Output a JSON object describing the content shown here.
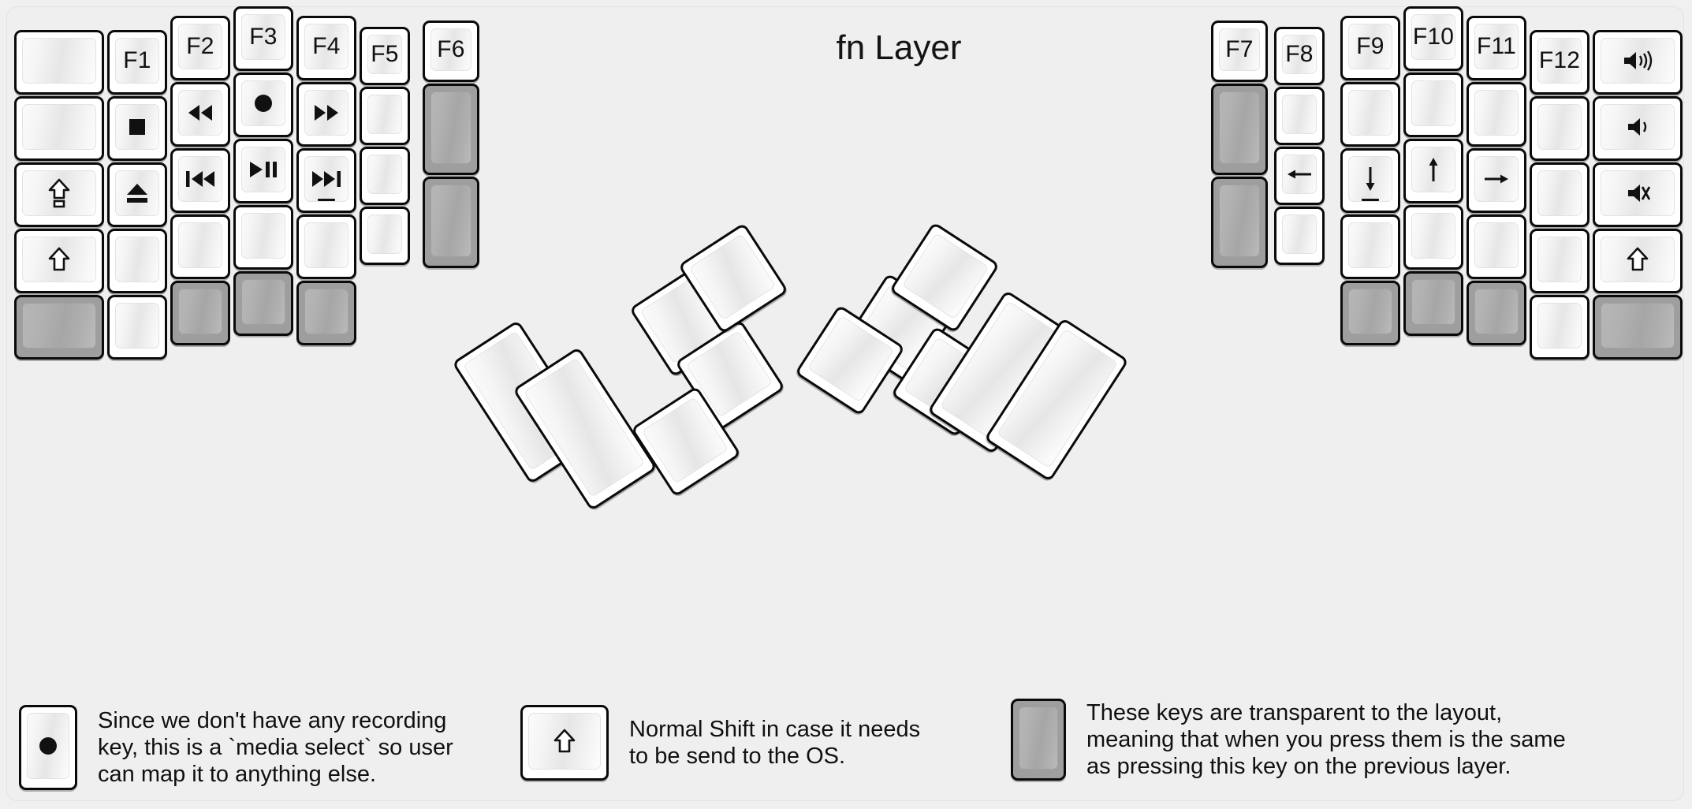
{
  "title": "fn Layer",
  "colors": {
    "background": "#efefef",
    "key_face": "#ffffff",
    "key_outline": "#0a0a0a",
    "transparent_key": "#9e9e9e"
  },
  "left_half": {
    "columns": [
      {
        "name": "pinky-outer",
        "keys": [
          {
            "label": "",
            "icon": "",
            "type": "normal",
            "size": "wide"
          },
          {
            "label": "",
            "icon": "",
            "type": "normal",
            "size": "wide"
          },
          {
            "label": "",
            "icon": "caps-lock-icon",
            "type": "normal",
            "size": "wide"
          },
          {
            "label": "",
            "icon": "shift-icon",
            "type": "normal",
            "size": "wide"
          },
          {
            "label": "",
            "icon": "",
            "type": "transparent",
            "size": "normal"
          }
        ]
      },
      {
        "name": "pinky",
        "keys": [
          {
            "label": "F1",
            "icon": "",
            "type": "normal"
          },
          {
            "label": "",
            "icon": "media-stop-icon",
            "type": "normal"
          },
          {
            "label": "",
            "icon": "media-eject-icon",
            "type": "normal"
          },
          {
            "label": "",
            "icon": "",
            "type": "normal"
          },
          {
            "label": "",
            "icon": "",
            "type": "normal"
          }
        ]
      },
      {
        "name": "ring",
        "keys": [
          {
            "label": "F2",
            "icon": "",
            "type": "normal"
          },
          {
            "label": "",
            "icon": "media-rewind-icon",
            "type": "normal"
          },
          {
            "label": "",
            "icon": "media-prev-track-icon",
            "type": "normal"
          },
          {
            "label": "",
            "icon": "",
            "type": "normal"
          },
          {
            "label": "",
            "icon": "",
            "type": "transparent"
          }
        ]
      },
      {
        "name": "middle",
        "keys": [
          {
            "label": "F3",
            "icon": "",
            "type": "normal"
          },
          {
            "label": "",
            "icon": "media-record-icon",
            "type": "normal"
          },
          {
            "label": "",
            "icon": "media-play-pause-icon",
            "type": "normal"
          },
          {
            "label": "",
            "icon": "",
            "type": "normal"
          },
          {
            "label": "",
            "icon": "",
            "type": "transparent"
          }
        ]
      },
      {
        "name": "index",
        "keys": [
          {
            "label": "F4",
            "icon": "",
            "type": "normal"
          },
          {
            "label": "",
            "icon": "media-fast-forward-icon",
            "type": "normal"
          },
          {
            "label": "",
            "icon": "media-next-track-icon",
            "type": "normal",
            "underbar": true
          },
          {
            "label": "",
            "icon": "",
            "type": "normal"
          },
          {
            "label": "",
            "icon": "",
            "type": "transparent"
          }
        ]
      },
      {
        "name": "index-inner",
        "keys": [
          {
            "label": "F5",
            "icon": "",
            "type": "normal"
          },
          {
            "label": "",
            "icon": "",
            "type": "normal"
          },
          {
            "label": "",
            "icon": "",
            "type": "normal"
          },
          {
            "label": "",
            "icon": "",
            "type": "normal"
          }
        ]
      },
      {
        "name": "inner-extra",
        "keys": [
          {
            "label": "F6",
            "icon": "",
            "type": "normal"
          },
          {
            "label": "",
            "icon": "",
            "type": "transparent",
            "size": "tall"
          },
          {
            "label": "",
            "icon": "",
            "type": "transparent",
            "size": "tall"
          }
        ]
      }
    ],
    "thumb_cluster": [
      {
        "label": "",
        "icon": "",
        "type": "normal",
        "size": "thumb-long"
      },
      {
        "label": "",
        "icon": "",
        "type": "normal",
        "size": "thumb-long"
      },
      {
        "label": "",
        "icon": "",
        "type": "normal",
        "size": "thumb"
      },
      {
        "label": "",
        "icon": "",
        "type": "normal",
        "size": "thumb"
      },
      {
        "label": "",
        "icon": "",
        "type": "normal",
        "size": "thumb"
      },
      {
        "label": "",
        "icon": "",
        "type": "normal",
        "size": "thumb"
      }
    ]
  },
  "right_half": {
    "columns": [
      {
        "name": "inner-extra",
        "keys": [
          {
            "label": "F7",
            "icon": "",
            "type": "normal"
          },
          {
            "label": "",
            "icon": "",
            "type": "transparent",
            "size": "tall"
          },
          {
            "label": "",
            "icon": "",
            "type": "transparent",
            "size": "tall"
          }
        ]
      },
      {
        "name": "index-inner",
        "keys": [
          {
            "label": "F8",
            "icon": "",
            "type": "normal"
          },
          {
            "label": "",
            "icon": "",
            "type": "normal"
          },
          {
            "label": "",
            "icon": "arrow-left-icon",
            "type": "normal"
          },
          {
            "label": "",
            "icon": "",
            "type": "normal"
          }
        ]
      },
      {
        "name": "index",
        "keys": [
          {
            "label": "F9",
            "icon": "",
            "type": "normal"
          },
          {
            "label": "",
            "icon": "",
            "type": "normal"
          },
          {
            "label": "",
            "icon": "arrow-down-icon",
            "type": "normal",
            "underbar": true
          },
          {
            "label": "",
            "icon": "",
            "type": "normal"
          },
          {
            "label": "",
            "icon": "",
            "type": "transparent"
          }
        ]
      },
      {
        "name": "middle",
        "keys": [
          {
            "label": "F10",
            "icon": "",
            "type": "normal"
          },
          {
            "label": "",
            "icon": "",
            "type": "normal"
          },
          {
            "label": "",
            "icon": "arrow-up-icon",
            "type": "normal"
          },
          {
            "label": "",
            "icon": "",
            "type": "normal"
          },
          {
            "label": "",
            "icon": "",
            "type": "transparent"
          }
        ]
      },
      {
        "name": "ring",
        "keys": [
          {
            "label": "F11",
            "icon": "",
            "type": "normal"
          },
          {
            "label": "",
            "icon": "",
            "type": "normal"
          },
          {
            "label": "",
            "icon": "arrow-right-icon",
            "type": "normal"
          },
          {
            "label": "",
            "icon": "",
            "type": "normal"
          },
          {
            "label": "",
            "icon": "",
            "type": "transparent"
          }
        ]
      },
      {
        "name": "pinky",
        "keys": [
          {
            "label": "F12",
            "icon": "",
            "type": "normal"
          },
          {
            "label": "",
            "icon": "",
            "type": "normal"
          },
          {
            "label": "",
            "icon": "",
            "type": "normal"
          },
          {
            "label": "",
            "icon": "",
            "type": "normal"
          },
          {
            "label": "",
            "icon": "",
            "type": "normal"
          }
        ]
      },
      {
        "name": "pinky-outer",
        "keys": [
          {
            "label": "",
            "icon": "volume-up-icon",
            "type": "normal",
            "size": "wide"
          },
          {
            "label": "",
            "icon": "volume-down-icon",
            "type": "normal",
            "size": "wide"
          },
          {
            "label": "",
            "icon": "volume-mute-icon",
            "type": "normal",
            "size": "wide"
          },
          {
            "label": "",
            "icon": "shift-icon",
            "type": "normal",
            "size": "wide"
          },
          {
            "label": "",
            "icon": "",
            "type": "transparent",
            "size": "normal"
          }
        ]
      }
    ],
    "thumb_cluster": [
      {
        "label": "",
        "icon": "",
        "type": "normal",
        "size": "thumb"
      },
      {
        "label": "",
        "icon": "",
        "type": "normal",
        "size": "thumb"
      },
      {
        "label": "",
        "icon": "",
        "type": "normal",
        "size": "thumb"
      },
      {
        "label": "",
        "icon": "",
        "type": "normal",
        "size": "thumb"
      },
      {
        "label": "",
        "icon": "",
        "type": "normal",
        "size": "thumb-long"
      },
      {
        "label": "",
        "icon": "",
        "type": "normal",
        "size": "thumb-long"
      }
    ]
  },
  "legend": [
    {
      "icon": "media-record-icon",
      "key_type": "normal",
      "text": "Since we don't have any recording\nkey, this is a `media select` so user\ncan map it to anything else."
    },
    {
      "icon": "shift-icon",
      "key_type": "normal",
      "text": "Normal Shift in case it needs\nto be send to the OS."
    },
    {
      "icon": "",
      "key_type": "transparent",
      "text": "These keys are transparent to the layout,\nmeaning that when you press them is the same\nas pressing this key on the previous layer."
    }
  ]
}
